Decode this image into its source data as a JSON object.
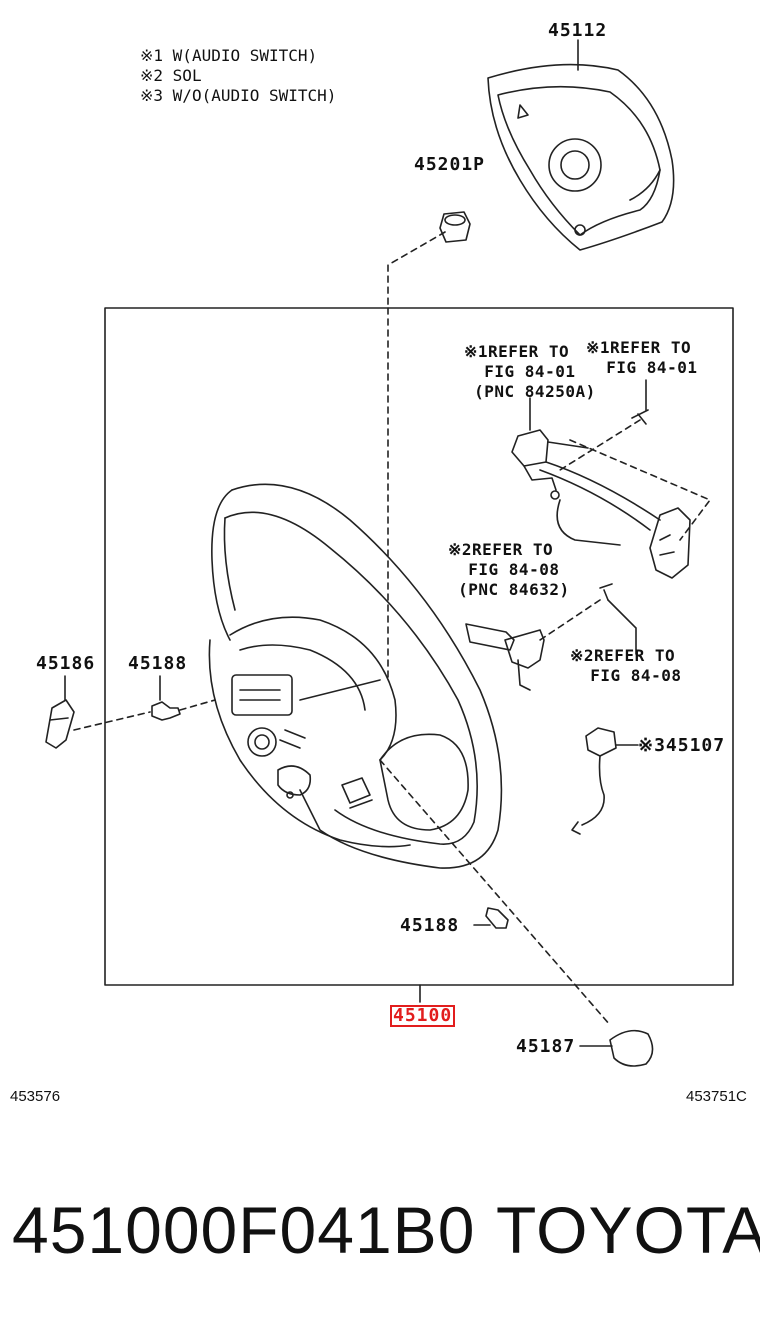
{
  "notes": [
    "※1 W(AUDIO SWITCH)",
    "※2 SOL",
    "※3 W/O(AUDIO SWITCH)"
  ],
  "parts": {
    "airbag": "45112",
    "nut": "45201P",
    "cover_left": "45186",
    "screw_left": "45188",
    "screw_bottom": "45188",
    "assembly": "45100",
    "cover_bottom": "45187",
    "wire": "※345107"
  },
  "refs": {
    "ref_a": "※1REFER TO\n  FIG 84-01\n (PNC 84250A)",
    "ref_b": "※1REFER TO\n  FIG 84-01",
    "ref_c": "※2REFER TO\n  FIG 84-08\n (PNC 84632)",
    "ref_d": "※2REFER TO\n  FIG 84-08"
  },
  "codes": {
    "left": "453576",
    "right": "453751C"
  },
  "footer": {
    "part_number": "451000F041B0",
    "brand": "TOYOTA"
  },
  "highlight_color": "#e21d1d"
}
